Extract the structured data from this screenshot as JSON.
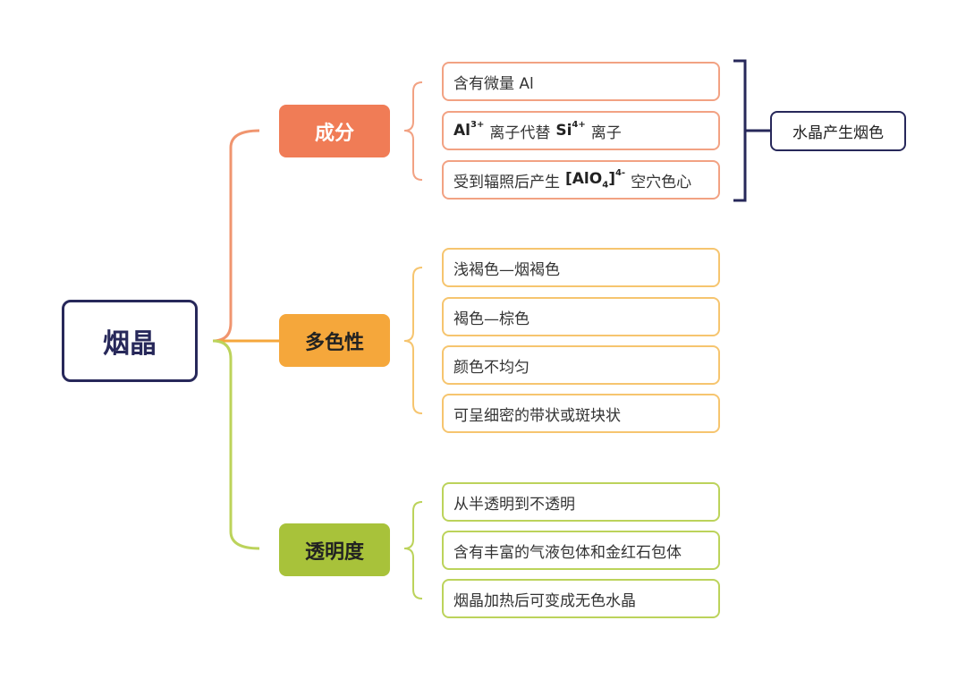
{
  "root": {
    "label": "烟晶"
  },
  "branches": [
    {
      "label": "成分",
      "color": "#f07c56",
      "items": [
        {
          "label": "含有微量 Al"
        },
        {
          "al": "Al",
          "al_charge": "3+",
          "mid": "离子代替",
          "si": "Si",
          "si_charge": "4+",
          "end": "离子"
        },
        {
          "pre": "受到辐照后产生",
          "formula_open": "[AlO",
          "formula_sub": "4",
          "formula_close": "]",
          "formula_charge": "4-",
          "post": "空穴色心"
        }
      ],
      "summary": "水晶产生烟色"
    },
    {
      "label": "多色性",
      "color": "#f5a73b",
      "items": [
        {
          "label": "浅褐色—烟褐色"
        },
        {
          "label": "褐色—棕色"
        },
        {
          "label": "颜色不均匀"
        },
        {
          "label": "可呈细密的带状或斑块状"
        }
      ]
    },
    {
      "label": "透明度",
      "color": "#a8c23a",
      "items": [
        {
          "label": "从半透明到不透明"
        },
        {
          "label": "含有丰富的气液包体和金红石包体"
        },
        {
          "label": "烟晶加热后可变成无色水晶"
        }
      ]
    }
  ],
  "colors": {
    "navy": "#27285a",
    "orange_line": "#f0956f",
    "amber_line": "#f6c56f",
    "green_line": "#bcd35b"
  }
}
